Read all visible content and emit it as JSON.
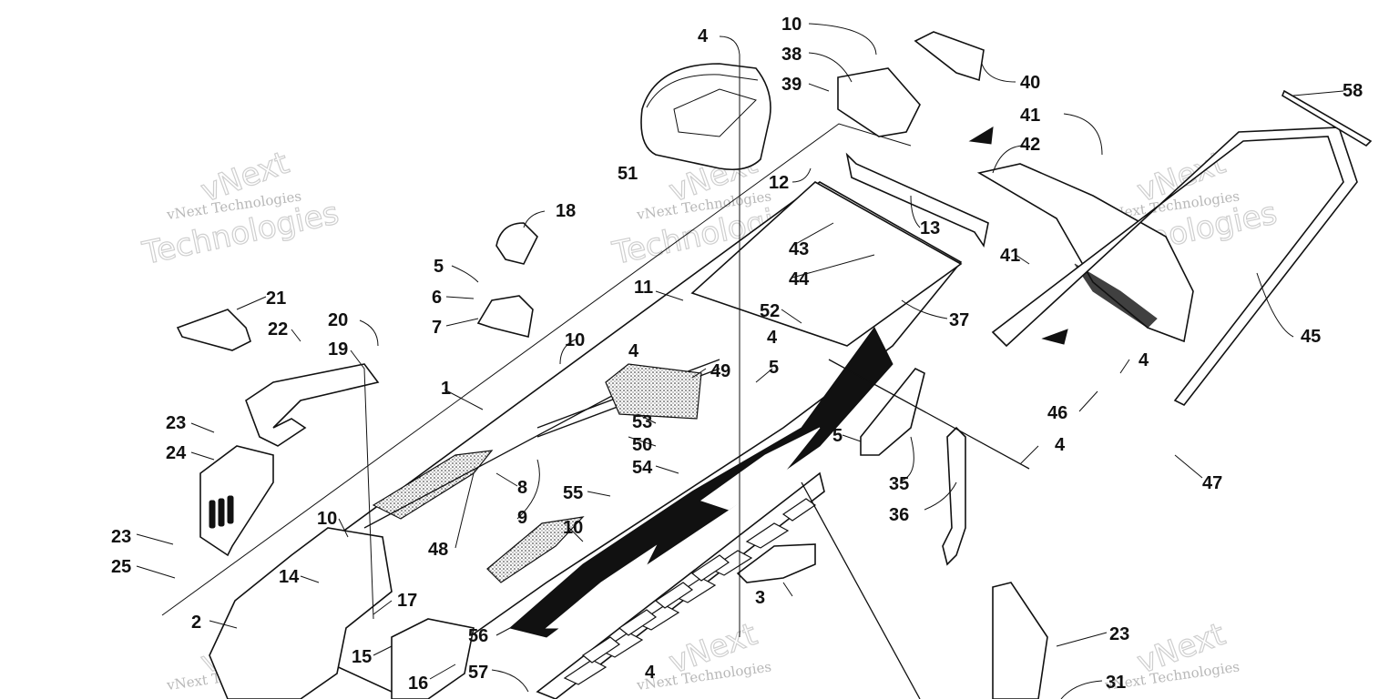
{
  "watermark": {
    "line1": "vNext Technologies",
    "line2": "Technologies",
    "overlay": "vNext"
  },
  "callouts": [
    {
      "n": "1"
    },
    {
      "n": "2"
    },
    {
      "n": "3"
    },
    {
      "n": "4"
    },
    {
      "n": "4"
    },
    {
      "n": "4"
    },
    {
      "n": "4"
    },
    {
      "n": "4"
    },
    {
      "n": "4"
    },
    {
      "n": "5"
    },
    {
      "n": "5"
    },
    {
      "n": "5"
    },
    {
      "n": "6"
    },
    {
      "n": "7"
    },
    {
      "n": "8"
    },
    {
      "n": "9"
    },
    {
      "n": "10"
    },
    {
      "n": "10"
    },
    {
      "n": "10"
    },
    {
      "n": "10"
    },
    {
      "n": "11"
    },
    {
      "n": "12"
    },
    {
      "n": "13"
    },
    {
      "n": "14"
    },
    {
      "n": "15"
    },
    {
      "n": "16"
    },
    {
      "n": "17"
    },
    {
      "n": "18"
    },
    {
      "n": "19"
    },
    {
      "n": "20"
    },
    {
      "n": "21"
    },
    {
      "n": "22"
    },
    {
      "n": "23"
    },
    {
      "n": "23"
    },
    {
      "n": "23"
    },
    {
      "n": "24"
    },
    {
      "n": "25"
    },
    {
      "n": "31"
    },
    {
      "n": "35"
    },
    {
      "n": "36"
    },
    {
      "n": "37"
    },
    {
      "n": "38"
    },
    {
      "n": "39"
    },
    {
      "n": "40"
    },
    {
      "n": "41"
    },
    {
      "n": "41"
    },
    {
      "n": "42"
    },
    {
      "n": "43"
    },
    {
      "n": "44"
    },
    {
      "n": "45"
    },
    {
      "n": "46"
    },
    {
      "n": "47"
    },
    {
      "n": "48"
    },
    {
      "n": "49"
    },
    {
      "n": "50"
    },
    {
      "n": "51"
    },
    {
      "n": "52"
    },
    {
      "n": "53"
    },
    {
      "n": "54"
    },
    {
      "n": "55"
    },
    {
      "n": "56"
    },
    {
      "n": "57"
    },
    {
      "n": "58"
    }
  ]
}
